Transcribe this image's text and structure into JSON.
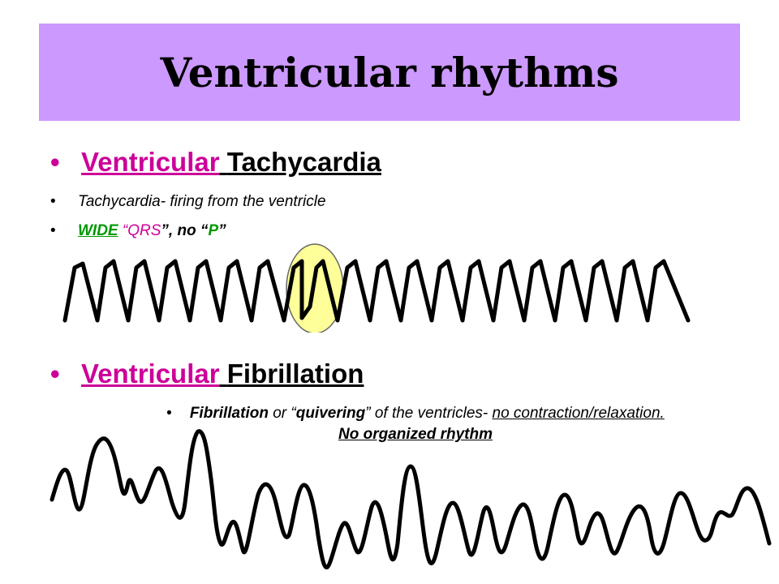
{
  "slide": {
    "title": "Ventricular rhythms",
    "vt": {
      "heading_prefix": "Ventricular",
      "heading_rest": "Tachycardia",
      "desc": "Tachycardia- firing from the ventricle",
      "wide": "WIDE",
      "quote_open": " “",
      "qrs": "QRS",
      "mid": "”, no ",
      "p_open": "“",
      "p": "P",
      "p_close": "”"
    },
    "vf": {
      "heading_prefix": "Ventricular",
      "heading_rest": "Fibrillation",
      "word1": "Fibrillation",
      "text1": " or “",
      "word2": "quivering",
      "text2": "” of the ventricles- ",
      "underlined": "no contraction/relaxation.",
      "line2": "No organized rhythm"
    },
    "colors": {
      "banner": "#cc99ff",
      "accent": "#cc0099",
      "green": "#009900",
      "highlight": "#ffff99"
    },
    "icons": [
      "bullet-dot"
    ]
  }
}
